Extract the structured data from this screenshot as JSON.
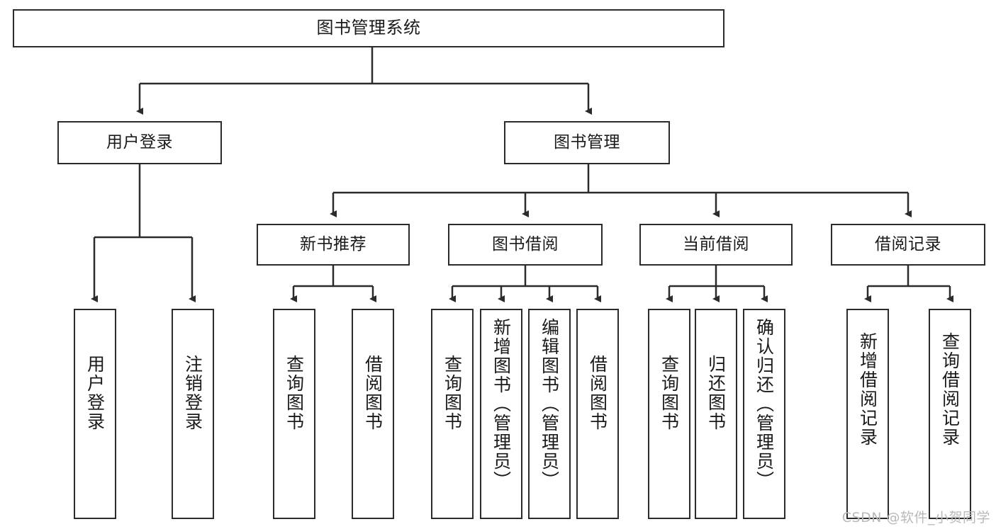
{
  "diagram": {
    "type": "tree",
    "title": "图书管理系统",
    "watermark": "CSDN @软件_小贺同学",
    "colors": {
      "box_border": "#2b2b2b",
      "box_fill": "#ffffff",
      "connector": "#2b2b2b",
      "text": "#1a1a1a",
      "watermark": "#b9b9b9"
    },
    "nodes": {
      "root": {
        "label": "图书管理系统"
      },
      "level2": [
        {
          "label": "用户登录"
        },
        {
          "label": "图书管理"
        }
      ],
      "level3": [
        {
          "label": "新书推荐"
        },
        {
          "label": "图书借阅"
        },
        {
          "label": "当前借阅"
        },
        {
          "label": "借阅记录"
        }
      ],
      "leaves": {
        "user_login": [
          {
            "label": "用户登录"
          },
          {
            "label": "注销登录"
          }
        ],
        "new_book_recommend": [
          {
            "label": "查询图书"
          },
          {
            "label": "借阅图书"
          }
        ],
        "book_borrow": [
          {
            "label": "查询图书"
          },
          {
            "label": "新增图书（管理员）"
          },
          {
            "label": "编辑图书（管理员）"
          },
          {
            "label": "借阅图书"
          }
        ],
        "current_borrow": [
          {
            "label": "查询图书"
          },
          {
            "label": "归还图书"
          },
          {
            "label": "确认归还（管理员）"
          }
        ],
        "borrow_record": [
          {
            "label": "新增借阅记录"
          },
          {
            "label": "查询借阅记录"
          }
        ]
      }
    }
  }
}
